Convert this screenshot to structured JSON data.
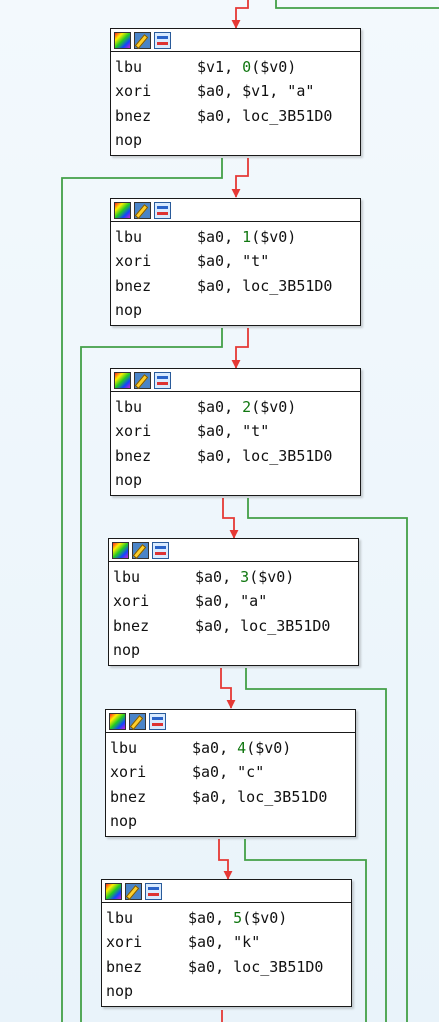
{
  "colors": {
    "branch_taken": "#e53935",
    "branch_not_taken": "#43a047",
    "block_border": "#1a1a1a",
    "background": "#eef6fb"
  },
  "header_icons": [
    "color-palette-icon",
    "rename-pencil-icon",
    "graph-view-icon"
  ],
  "blocks": [
    {
      "lines": [
        {
          "mnemonic": "lbu",
          "operands": "$v1, 0($v0)"
        },
        {
          "mnemonic": "xori",
          "operands": "$a0, $v1, \"a\""
        },
        {
          "mnemonic": "bnez",
          "operands": "$a0, loc_3B51D0"
        },
        {
          "mnemonic": "nop",
          "operands": ""
        }
      ]
    },
    {
      "lines": [
        {
          "mnemonic": "lbu",
          "operands": "$a0, 1($v0)"
        },
        {
          "mnemonic": "xori",
          "operands": "$a0, \"t\""
        },
        {
          "mnemonic": "bnez",
          "operands": "$a0, loc_3B51D0"
        },
        {
          "mnemonic": "nop",
          "operands": ""
        }
      ]
    },
    {
      "lines": [
        {
          "mnemonic": "lbu",
          "operands": "$a0, 2($v0)"
        },
        {
          "mnemonic": "xori",
          "operands": "$a0, \"t\""
        },
        {
          "mnemonic": "bnez",
          "operands": "$a0, loc_3B51D0"
        },
        {
          "mnemonic": "nop",
          "operands": ""
        }
      ]
    },
    {
      "lines": [
        {
          "mnemonic": "lbu",
          "operands": "$a0, 3($v0)"
        },
        {
          "mnemonic": "xori",
          "operands": "$a0, \"a\""
        },
        {
          "mnemonic": "bnez",
          "operands": "$a0, loc_3B51D0"
        },
        {
          "mnemonic": "nop",
          "operands": ""
        }
      ]
    },
    {
      "lines": [
        {
          "mnemonic": "lbu",
          "operands": "$a0, 4($v0)"
        },
        {
          "mnemonic": "xori",
          "operands": "$a0, \"c\""
        },
        {
          "mnemonic": "bnez",
          "operands": "$a0, loc_3B51D0"
        },
        {
          "mnemonic": "nop",
          "operands": ""
        }
      ]
    },
    {
      "lines": [
        {
          "mnemonic": "lbu",
          "operands": "$a0, 5($v0)"
        },
        {
          "mnemonic": "xori",
          "operands": "$a0, \"k\""
        },
        {
          "mnemonic": "bnez",
          "operands": "$a0, loc_3B51D0"
        },
        {
          "mnemonic": "nop",
          "operands": ""
        }
      ]
    }
  ]
}
